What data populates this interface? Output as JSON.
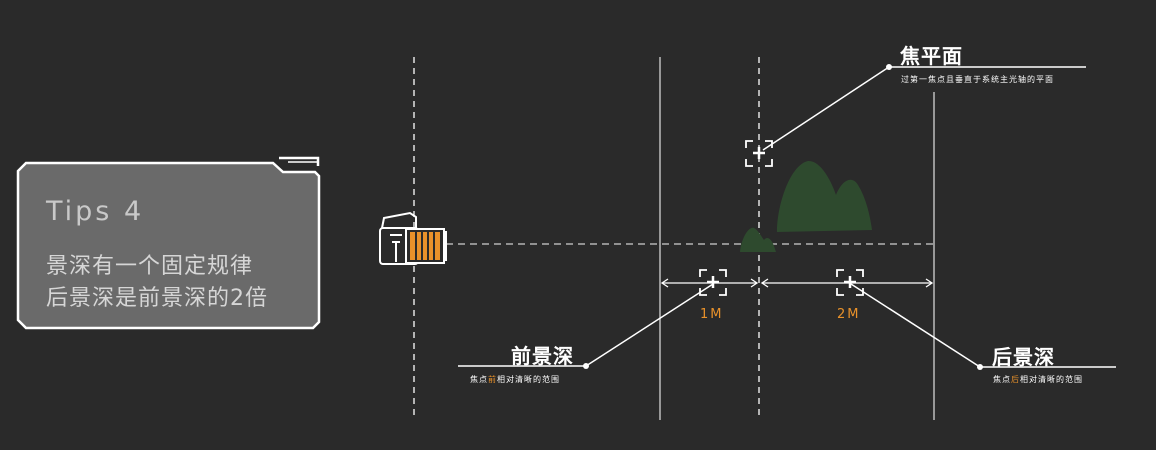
{
  "tips": {
    "title": "Tips 4",
    "line1": "景深有一个固定规律",
    "line2": "后景深是前景深的2倍"
  },
  "focal_plane": {
    "label": "焦平面",
    "desc": "过第一焦点且垂直于系统主光轴的平面"
  },
  "front_dof": {
    "label": "前景深",
    "desc_pre": "焦点",
    "desc_em": "前",
    "desc_post": "相对清晰的范围"
  },
  "back_dof": {
    "label": "后景深",
    "desc_pre": "焦点",
    "desc_em": "后",
    "desc_post": "相对清晰的范围"
  },
  "distances": {
    "front": "1M",
    "back": "2M"
  },
  "colors": {
    "background": "#2a2a2a",
    "accent": "#e8912a",
    "mountain": "#2e4a2e",
    "line": "#ffffff"
  },
  "icons": [
    "camera-icon",
    "focus-target-icon",
    "mountain-icon"
  ]
}
